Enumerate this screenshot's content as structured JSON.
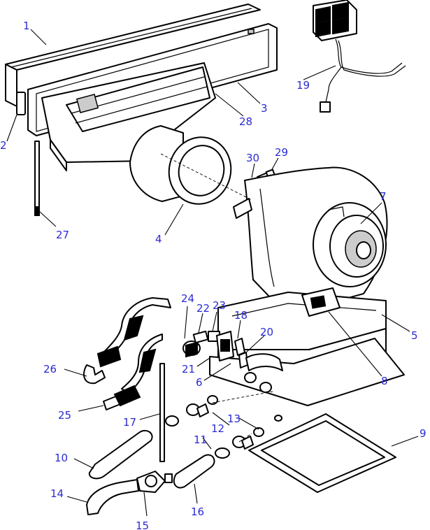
{
  "callouts": [
    {
      "id": "1",
      "text": "1"
    },
    {
      "id": "2",
      "text": "2"
    },
    {
      "id": "3",
      "text": "3"
    },
    {
      "id": "4",
      "text": "4"
    },
    {
      "id": "5",
      "text": "5"
    },
    {
      "id": "6",
      "text": "6"
    },
    {
      "id": "7",
      "text": "7"
    },
    {
      "id": "8",
      "text": "8"
    },
    {
      "id": "9",
      "text": "9"
    },
    {
      "id": "10",
      "text": "10"
    },
    {
      "id": "11",
      "text": "11"
    },
    {
      "id": "12",
      "text": "12"
    },
    {
      "id": "13",
      "text": "13"
    },
    {
      "id": "14",
      "text": "14"
    },
    {
      "id": "15",
      "text": "15"
    },
    {
      "id": "16",
      "text": "16"
    },
    {
      "id": "17",
      "text": "17"
    },
    {
      "id": "18",
      "text": "18"
    },
    {
      "id": "19",
      "text": "19"
    },
    {
      "id": "20",
      "text": "20"
    },
    {
      "id": "21",
      "text": "21"
    },
    {
      "id": "22",
      "text": "22"
    },
    {
      "id": "23",
      "text": "23"
    },
    {
      "id": "24",
      "text": "24"
    },
    {
      "id": "25",
      "text": "25"
    },
    {
      "id": "26",
      "text": "26"
    },
    {
      "id": "27",
      "text": "27"
    },
    {
      "id": "28",
      "text": "28"
    },
    {
      "id": "29",
      "text": "29"
    },
    {
      "id": "30",
      "text": "30"
    }
  ],
  "colors": {
    "callout_text": "#2a2ad2",
    "line_art": "#000000",
    "background": "#ffffff"
  }
}
